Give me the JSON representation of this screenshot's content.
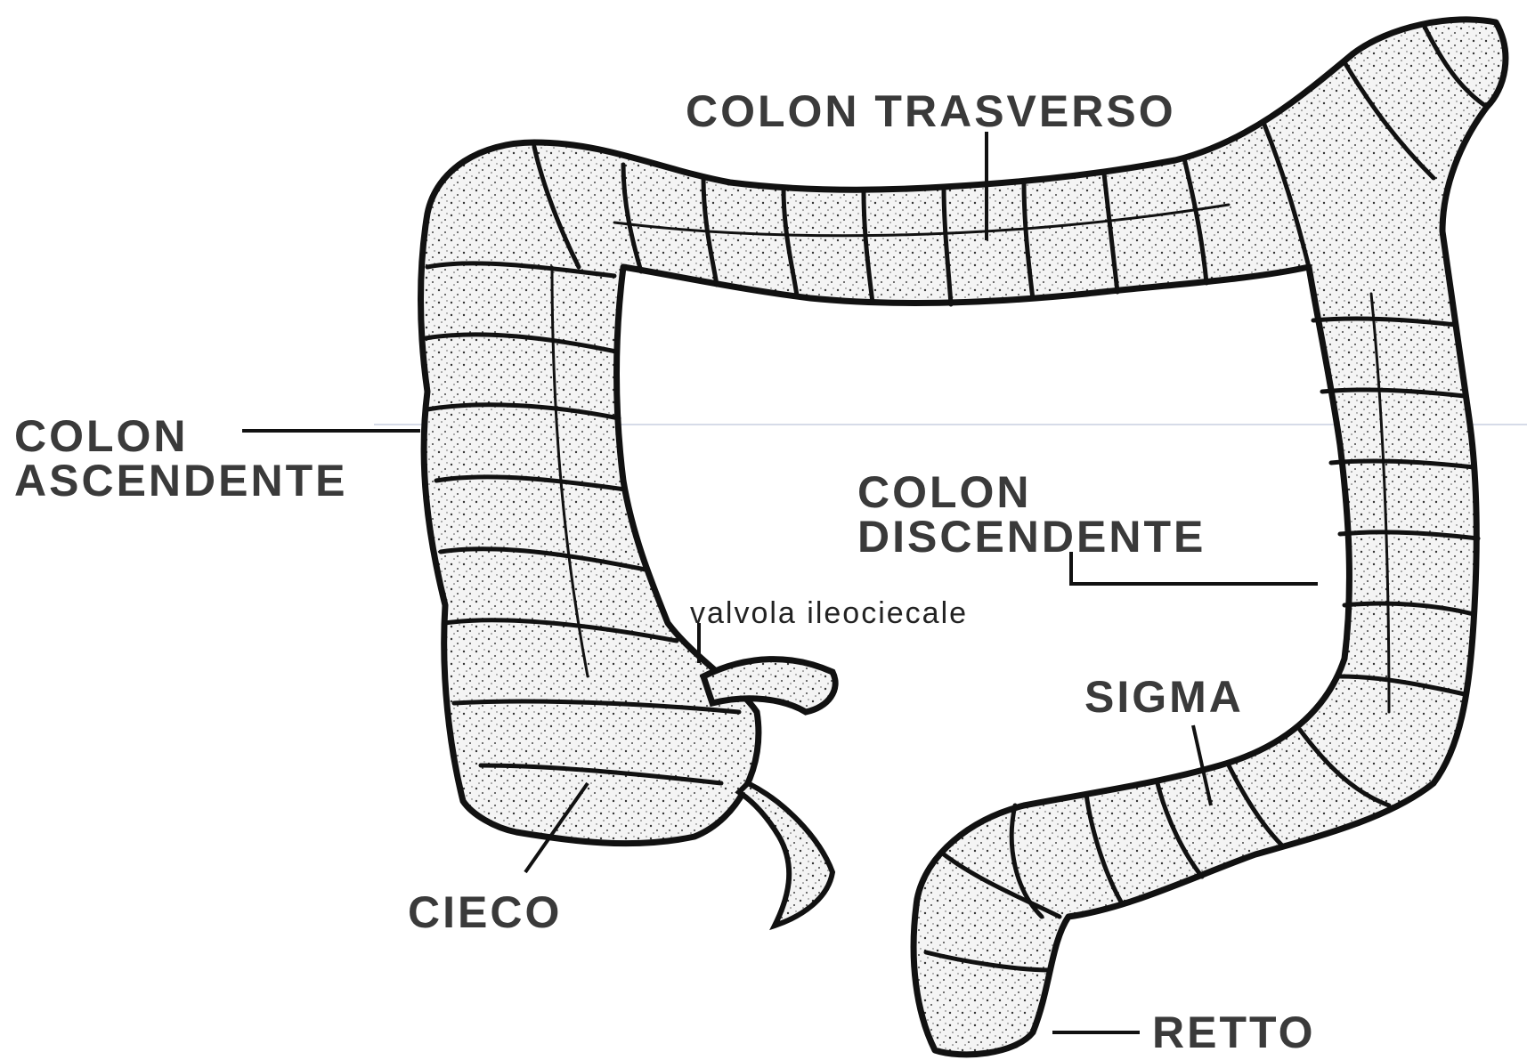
{
  "labels": {
    "colon_trasverso": "COLON TRASVERSO",
    "colon_ascendente": [
      "COLON",
      "ASCENDENTE"
    ],
    "colon_discendente": [
      "COLON",
      "DISCENDENTE"
    ],
    "valvola_ileociecale": "valvola ileociecale",
    "sigma": "SIGMA",
    "cieco": "CIECO",
    "retto": "RETTO"
  },
  "colors": {
    "ink": "#111111",
    "label": "#3a3a3a",
    "background": "#ffffff"
  }
}
